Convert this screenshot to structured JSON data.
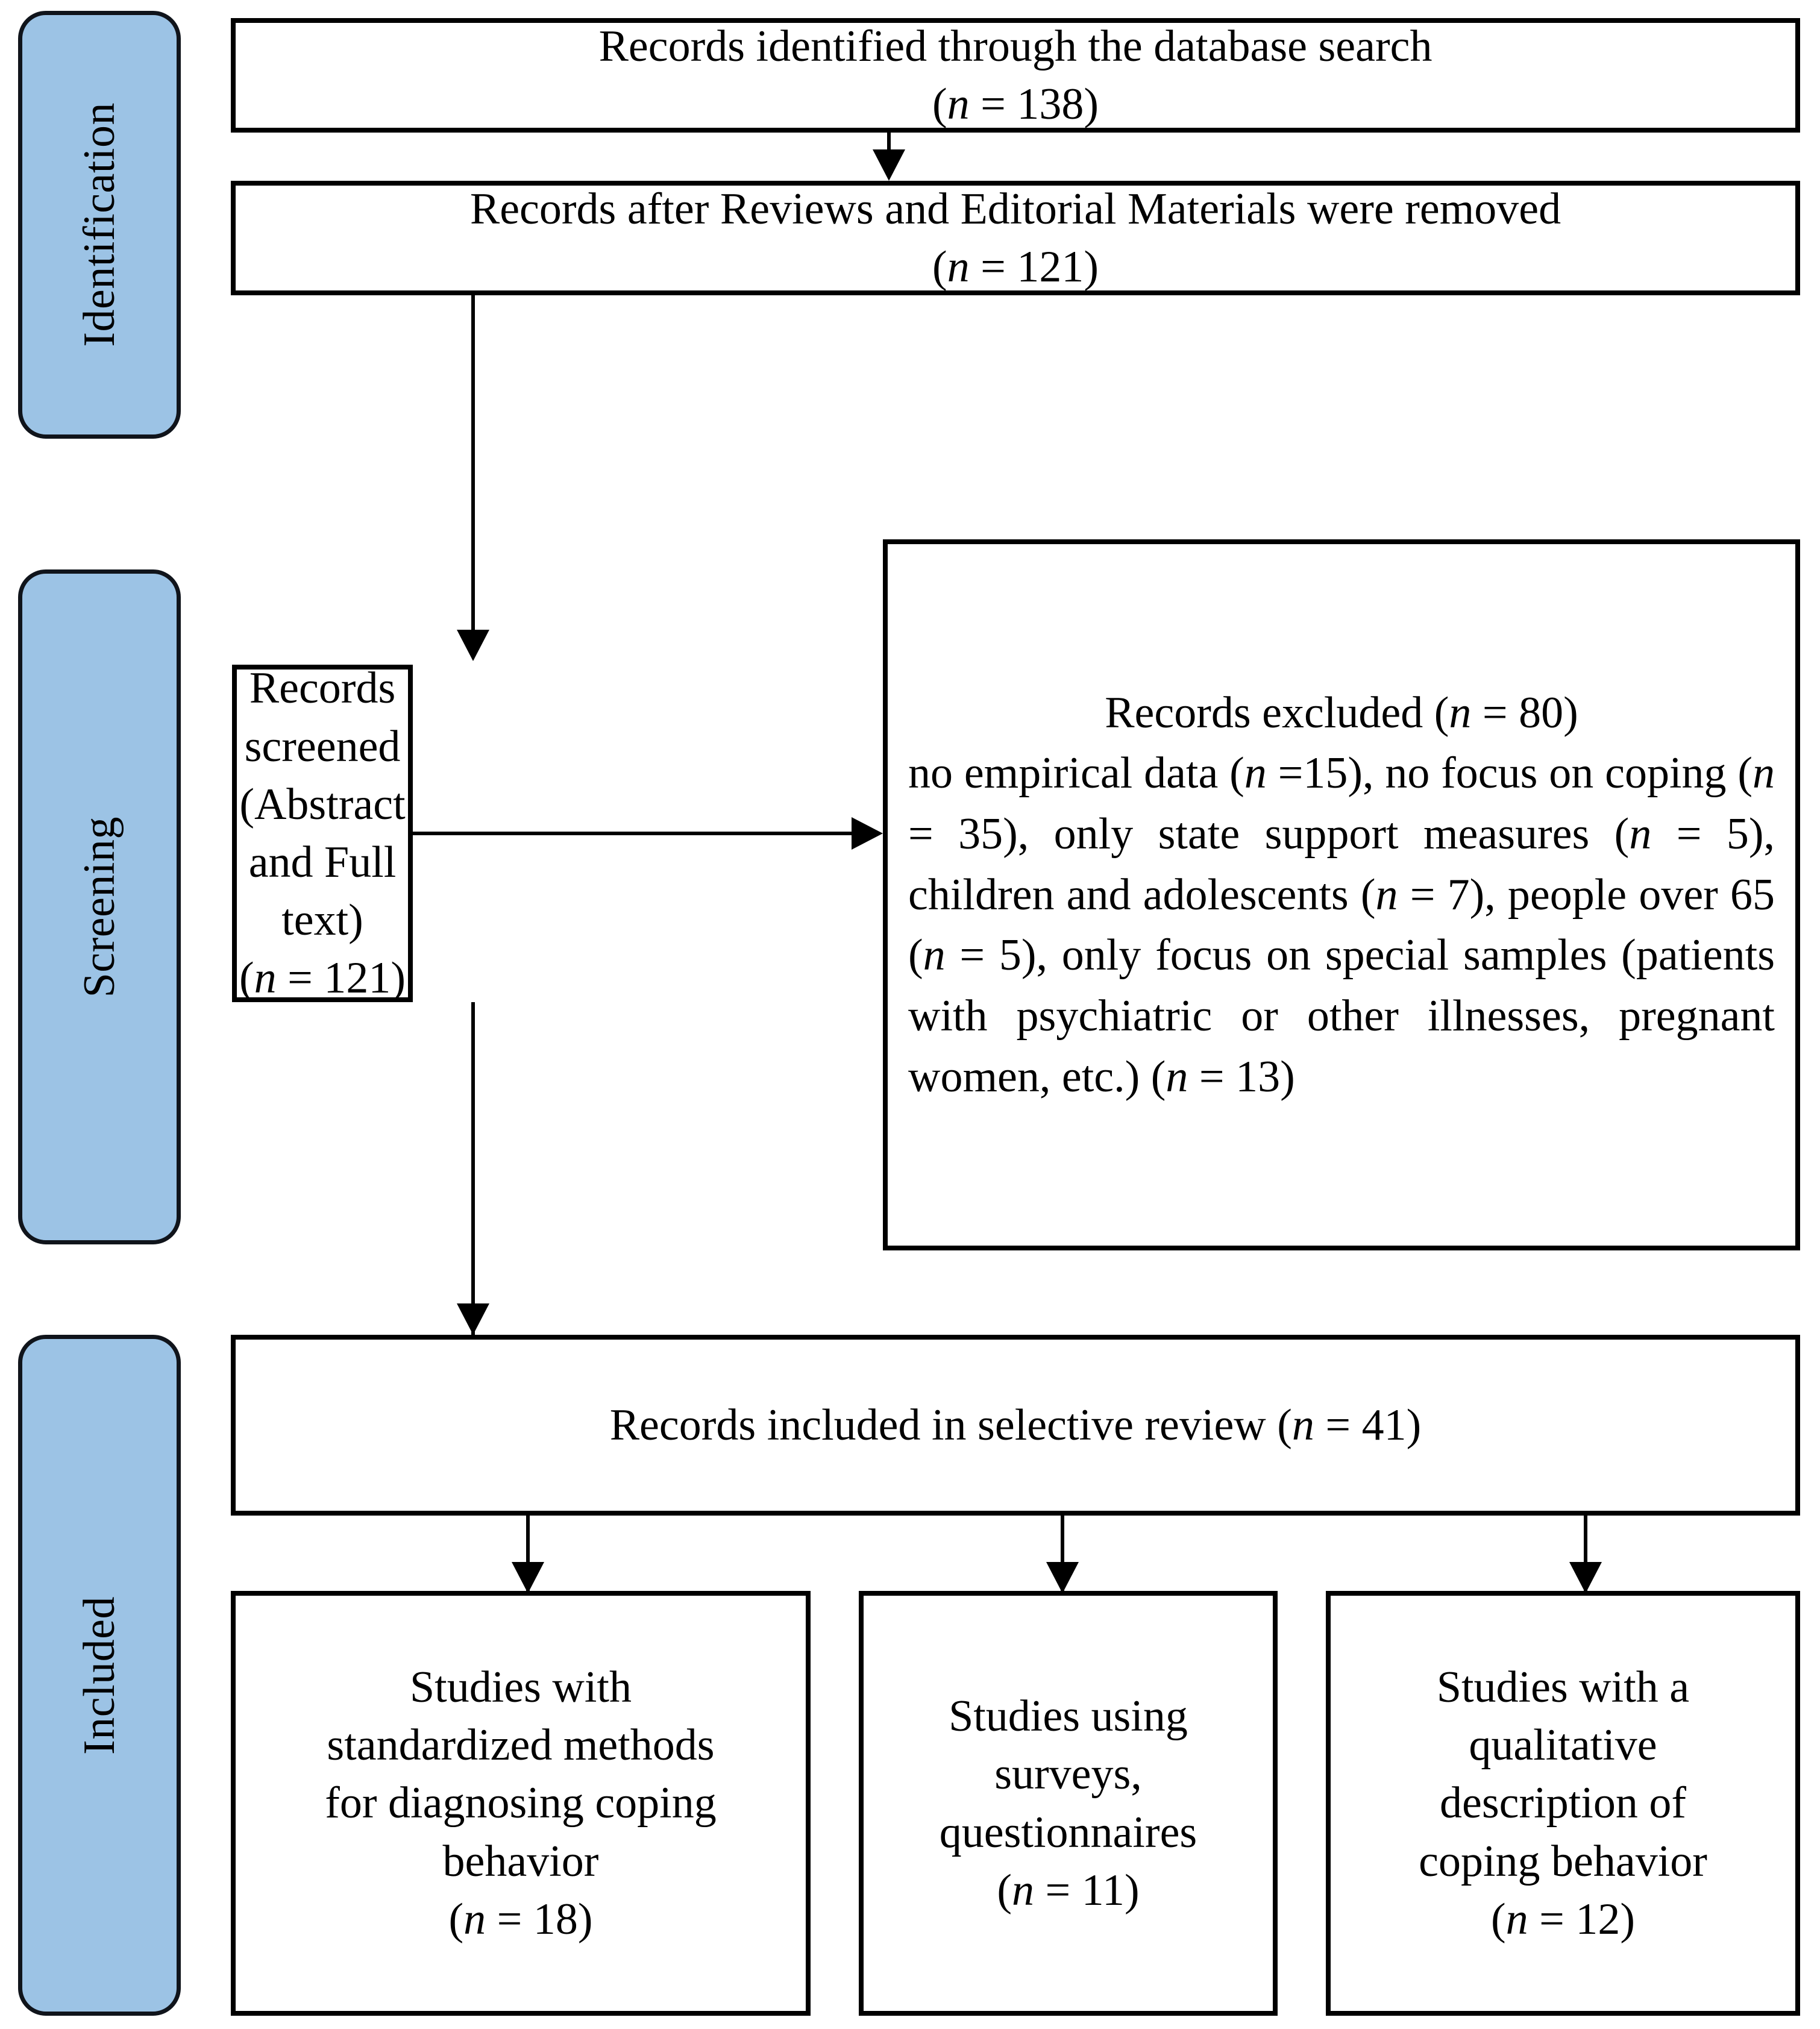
{
  "diagram": {
    "type": "prisma-flow-diagram",
    "phases": [
      {
        "id": "identification",
        "label": "Identification"
      },
      {
        "id": "screening",
        "label": "Screening"
      },
      {
        "id": "included",
        "label": "Included"
      }
    ],
    "nodes": {
      "identified": {
        "line1": "Records identified through the database search",
        "n_prefix": "(",
        "n_italic": "n",
        "n_value": " = 138)"
      },
      "after_removal": {
        "line1": "Records after Reviews and Editorial Materials were removed",
        "n_prefix": "(",
        "n_italic": "n",
        "n_value": " = 121)"
      },
      "screened": {
        "line1": "Records screened",
        "line2": "(Abstract and Full",
        "line3": "text)",
        "n_prefix": "(",
        "n_italic": "n",
        "n_value": " = 121)"
      },
      "excluded": {
        "header_a": "Records excluded (",
        "header_italic": "n",
        "header_b": " = 80)",
        "body_segments": [
          {
            "text": "no empirical data ("
          },
          {
            "italic": "n"
          },
          {
            "text": " =15), no focus on coping ("
          },
          {
            "italic": "n"
          },
          {
            "text": " = 35), only state support measures ("
          },
          {
            "italic": "n"
          },
          {
            "text": " = 5), children and adolescents ("
          },
          {
            "italic": "n"
          },
          {
            "text": " = 7), people over 65 ("
          },
          {
            "italic": "n"
          },
          {
            "text": " = 5), only focus on special samples (patients with psychiatric or other illnesses, pregnant women, etc.) ("
          },
          {
            "italic": "n"
          },
          {
            "text": " = 13)"
          }
        ],
        "plain_text": "Records excluded (n = 80) no empirical data (n =15), no focus on coping (n = 35), only state support measures (n = 5), children and adolescents (n = 7), people over 65 (n = 5), only focus on special samples (patients with psychiatric or other illnesses, pregnant women, etc.) (n = 13)"
      },
      "included": {
        "text_a": "Records included in selective review (",
        "text_italic": "n",
        "text_b": " = 41)"
      },
      "outcome_standardized": {
        "line1": "Studies with",
        "line2": "standardized methods",
        "line3": "for diagnosing coping",
        "line4": "behavior",
        "n_prefix": "(",
        "n_italic": "n",
        "n_value": " = 18)"
      },
      "outcome_surveys": {
        "line1": "Studies using",
        "line2": "surveys,",
        "line3": "questionnaires",
        "n_prefix": "(",
        "n_italic": "n",
        "n_value": " = 11)"
      },
      "outcome_qualitative": {
        "line1": "Studies with a",
        "line2": "qualitative",
        "line3": "description of",
        "line4": "coping behavior",
        "n_prefix": "(",
        "n_italic": "n",
        "n_value": " = 12)"
      }
    },
    "colors": {
      "phase_fill": "#9CC3E5",
      "phase_border": "#10141B",
      "box_border": "#000000",
      "box_fill": "#FFFFFF",
      "connector": "#000000"
    }
  }
}
